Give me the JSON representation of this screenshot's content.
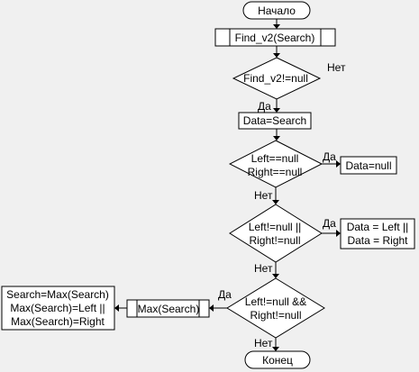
{
  "flowchart": {
    "start": "Начало",
    "call_find": "Find_v2(Search)",
    "cond_find": "Find_v2!=null",
    "cond_find_no": "Нет",
    "cond_find_yes": "Да",
    "assign_data": "Data=Search",
    "cond_leaves": [
      "Left==null",
      "Right==null"
    ],
    "cond_leaves_yes": "Да",
    "cond_leaves_no": "Нет",
    "set_null": "Data=null",
    "cond_one_child": [
      "Left!=null ||",
      "Right!=null"
    ],
    "cond_one_child_yes": "Да",
    "cond_one_child_no": "Нет",
    "set_child": [
      "Data = Left ||",
      "Data = Right"
    ],
    "cond_two_children": [
      "Left!=null &&",
      "Right!=null"
    ],
    "cond_two_children_yes": "Да",
    "cond_two_children_no": "Нет",
    "call_max": "Max(Search)",
    "max_result": [
      "Search=Max(Search)",
      "Max(Search)=Left ||",
      "Max(Search)=Right"
    ],
    "end": "Конец"
  }
}
